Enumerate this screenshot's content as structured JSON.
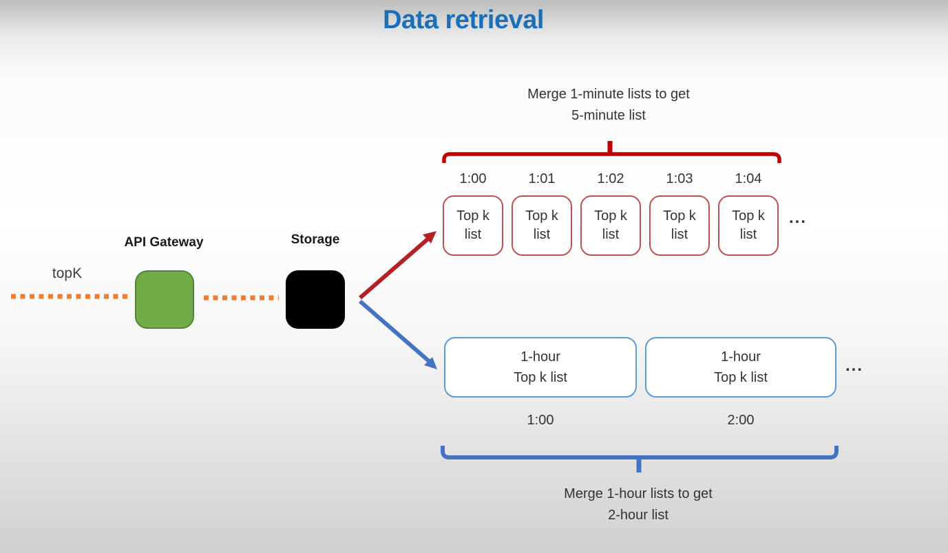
{
  "title": "Data retrieval",
  "colors": {
    "title": "#1a6fbc",
    "text": "#333333",
    "brace-red": "#c00000",
    "box-red": "#c0504d",
    "arrow-red": "#b42025",
    "blue": "#4472c4",
    "box-blue": "#5b9bd5",
    "orange": "#ed7d31",
    "green": "#70ad47",
    "green-border": "#548235",
    "black": "#000000"
  },
  "pipeline": {
    "request_label": "topK",
    "api_gateway_label": "API Gateway",
    "storage_label": "Storage"
  },
  "minute_section": {
    "merge_line1": "Merge 1-minute lists to get",
    "merge_line2": "5-minute list",
    "times": [
      "1:00",
      "1:01",
      "1:02",
      "1:03",
      "1:04"
    ],
    "box_line1": "Top k",
    "box_line2": "list",
    "ellipsis": "..."
  },
  "hour_section": {
    "box_line1": "1-hour",
    "box_line2": "Top k list",
    "times": [
      "1:00",
      "2:00"
    ],
    "ellipsis": "...",
    "merge_line1": "Merge 1-hour lists to get",
    "merge_line2": "2-hour list"
  }
}
